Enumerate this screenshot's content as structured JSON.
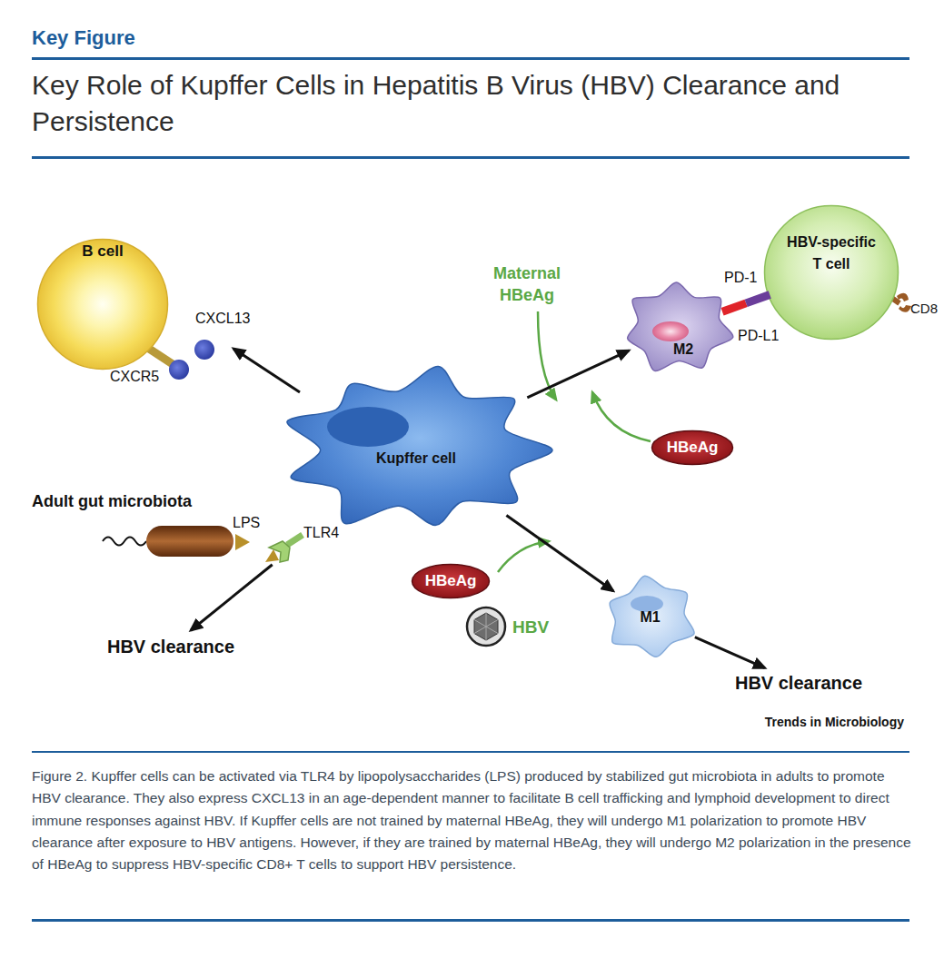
{
  "diagram": {
    "title": "Key Role of Kupffer Cells in Hepatitis B Virus (HBV) Clearance and Persistence",
    "caption": "Figure 2. Kupffer cells can be activated via TLR4 by lipopolysaccharides (LPS) produced by stabilized gut microbiota in adults to promote HBV clearance. They also express CXCL13 in an age-dependent manner to facilitate B cell trafficking and lymphoid development to direct immune responses against HBV. If Kupffer cells are not trained by maternal HBeAg, they will undergo M1 polarization to promote HBV clearance after exposure to HBV antigens. However, if they are trained by maternal HBeAg, they will undergo M2 polarization in the presence of HBeAg to suppress HBV-specific CD8+ T cells to support HBV persistence.",
    "nodes": [
      {
        "text": [
          "B cell"
        ]
      },
      {
        "text": [
          "HBV-specific T cell"
        ]
      },
      {
        "text": [
          "M2"
        ]
      },
      {
        "text": [
          "Kupffer cell"
        ]
      },
      {
        "text": [
          "HBeAg"
        ]
      },
      {
        "text": [
          "HBeAg"
        ]
      },
      {
        "text": [
          "M1"
        ]
      },
      {
        "text": [
          "HBV clearance"
        ]
      },
      {
        "text": [
          "HBV clearance"
        ]
      }
    ],
    "edges": [
      {
        "from": 3,
        "to": 2,
        "arrow": "to"
      },
      {
        "from": 3,
        "to": 6,
        "arrow": "to"
      },
      {
        "from": 6,
        "to": 8,
        "arrow": "to"
      },
      {
        "from": 3,
        "to": 7,
        "arrow": "to"
      },
      {
        "from": 2,
        "to": 1,
        "arrow": "none"
      }
    ],
    "labels": [
      "Key Figure",
      "CXCL13",
      "CXCR5",
      "Maternal HBeAg",
      "PD-1",
      "PD-L1",
      "CD8",
      "Adult gut microbiota",
      "LPS",
      "TLR4",
      "HBV",
      "Trends in Microbiology"
    ]
  }
}
